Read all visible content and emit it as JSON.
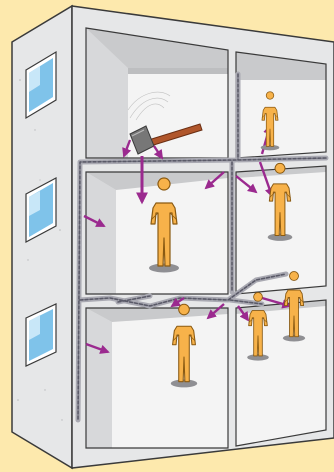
{
  "scene": {
    "subject": "impact-sound-transmission-through-building-structure",
    "colors": {
      "background": "#fde9ad",
      "concrete_front": "#e6e7e8",
      "concrete_outline": "#3a3a3a",
      "room_back_wall": "#f4f4f4",
      "room_side_wall": "#d7d8da",
      "room_ceiling": "#c9cacc",
      "sound_path_fill": "#a9a9b2",
      "sound_path_dash": "#5a5a68",
      "arrow": "#9b2a8f",
      "person_fill": "#f7b24a",
      "person_outline": "#8a5a12",
      "shadow": "#8f8f93",
      "window_glass": "#7fc3ea",
      "hammer_handle": "#b0562b",
      "hammer_head": "#777777"
    },
    "icons": {
      "hammer": "hammer-icon",
      "person": "person-icon",
      "arrow": "sound-arrow-icon",
      "window": "window-icon"
    },
    "people_count": 6,
    "sound_arrow_count": 13
  }
}
